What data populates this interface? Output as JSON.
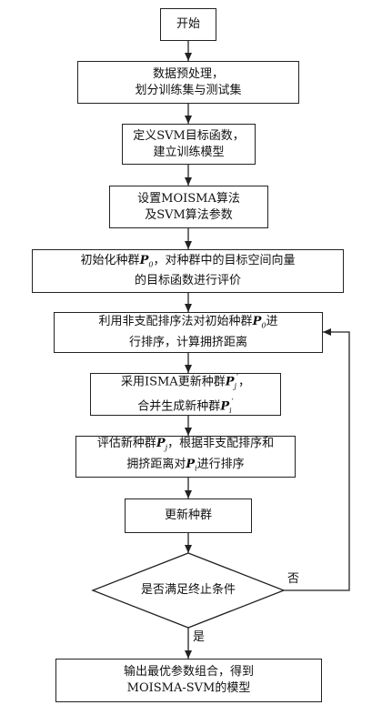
{
  "nodes": {
    "start": "开始",
    "preprocess": [
      "数据预处理，",
      "划分训练集与测试集"
    ],
    "svm_objective": [
      "定义SVM目标函数，",
      "建立训练模型"
    ],
    "params": [
      "设置MOISMA算法",
      "及SVM算法参数"
    ],
    "init": {
      "l1_a": "初始化种群",
      "l1_var": "P",
      "l1_sub": "0",
      "l1_b": "，对种群中的目标空间向量",
      "l2": "的目标函数进行评价"
    },
    "sort": {
      "l1_a": "利用非支配排序法对初始种群",
      "l1_var": "P",
      "l1_sub": "0",
      "l1_b": "进",
      "l2": "行排序，计算拥挤距离"
    },
    "update_isma": {
      "l1_a": "采用ISMA更新种群",
      "l1_var": "P",
      "l1_sub": "j",
      "l1_sup": "′",
      "l1_b": "，",
      "l2_a": "合并生成新种群",
      "l2_var": "P",
      "l2_sub": "i",
      "l2_sup": "′"
    },
    "evaluate": {
      "l1_a": "评估新种群",
      "l1_var": "P",
      "l1_sub": "j",
      "l1_b": "，根据非支配排序和",
      "l2_a": "拥挤距离对",
      "l2_var": "P",
      "l2_sub": "i",
      "l2_b": "进行排序"
    },
    "update_pop": "更新种群",
    "decision": "是否满足终止条件",
    "output": [
      "输出最优参数组合，得到",
      "MOISMA-SVM的模型"
    ]
  },
  "edge_labels": {
    "no": "否",
    "yes": "是"
  }
}
